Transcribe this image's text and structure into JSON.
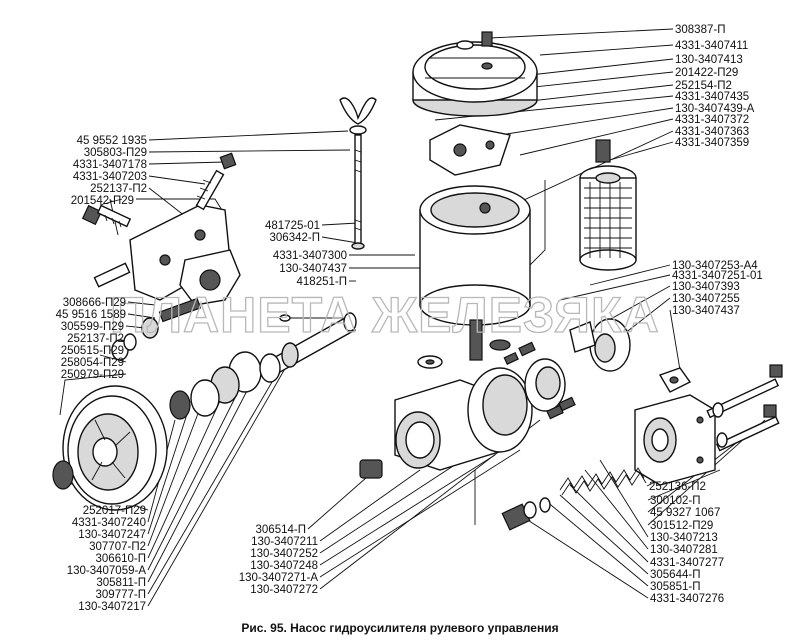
{
  "caption": "Рис. 95. Насос гидроусилителя рулевого управления",
  "watermark": "ПЛАНЕТА ЖЕЛЕЗЯКА",
  "labels_left": [
    "45 9552 1935",
    "305803-П29",
    "4331-3407178",
    "4331-3407203",
    "252137-П2",
    "201542-П29",
    "308666-П29",
    "45 9516 1589",
    "305599-П29",
    "252137-П2",
    "250515-П29",
    "258054-П29",
    "250979-П29",
    "252017-П29",
    "4331-3407240",
    "130-3407247",
    "307707-П2",
    "306610-П",
    "130-3407059-А",
    "305811-П",
    "309777-П",
    "130-3407217"
  ],
  "labels_center": [
    "481725-01",
    "306342-П",
    "4331-3407300",
    "130-3407437",
    "418251-П",
    "306514-П",
    "130-3407211",
    "130-3407252",
    "130-3407248",
    "130-3407271-А",
    "130-3407272"
  ],
  "labels_right_top": [
    "308387-П",
    "4331-3407411",
    "130-3407413",
    "201422-П29",
    "252154-П2",
    "4331-3407435",
    "130-3407439-А",
    "4331-3407372",
    "4331-3407363",
    "4331-3407359"
  ],
  "labels_right_mid": [
    "130-3407253-А4",
    "4331-3407251-01",
    "130-3407393",
    "130-3407255",
    "130-3407437"
  ],
  "labels_right_bottom": [
    "252136-П2",
    "300102-П",
    "45 9327 1067",
    "301512-П29",
    "130-3407213",
    "130-3407281",
    "4331-3407277",
    "305644-П",
    "305851-П",
    "4331-3407276"
  ]
}
